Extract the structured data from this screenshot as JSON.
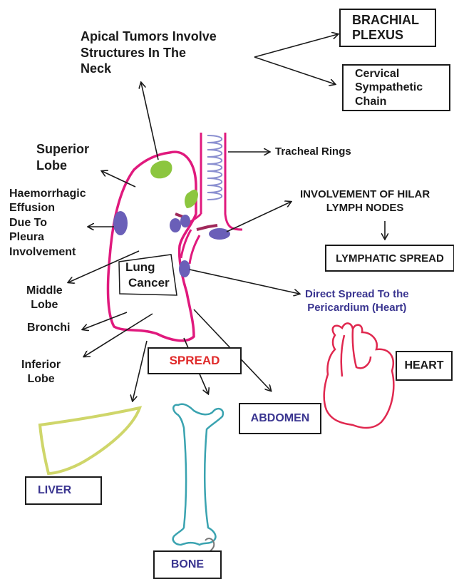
{
  "labels": {
    "apical": [
      "Apical Tumors Involve",
      "Structures In The",
      "Neck"
    ],
    "brachial": [
      "BRACHIAL",
      "PLEXUS"
    ],
    "cervical": [
      "Cervical",
      "Sympathetic",
      "Chain"
    ],
    "tracheal": "Tracheal Rings",
    "superior": [
      "Superior",
      "Lobe"
    ],
    "haemorrhagic": [
      "Haemorrhagic",
      "Effusion",
      "Due To",
      "Pleura",
      "Involvement"
    ],
    "hilar": [
      "INVOLVEMENT OF HILAR",
      "LYMPH NODES"
    ],
    "lymphatic": "LYMPHATIC SPREAD",
    "lung_cancer": [
      "Lung",
      "Cancer"
    ],
    "middle": [
      "Middle",
      "Lobe"
    ],
    "pericardium": [
      "Direct Spread To the",
      "Pericardium (Heart)"
    ],
    "bronchi": "Bronchi",
    "inferior": [
      "Inferior",
      "Lobe"
    ],
    "spread": "SPREAD",
    "heart": "HEART",
    "abdomen": "ABDOMEN",
    "liver": "LIVER",
    "bone": "BONE"
  },
  "colors": {
    "lung_outline": "#e0197d",
    "trachea": "#e0197d",
    "tracheal_rings": "#8a8fd0",
    "lymph_node": "#6a5fb8",
    "tumor_green": "#8cc63f",
    "bronchus": "#a0285a",
    "heart": "#e0284f",
    "liver": "#cfd66a",
    "bone": "#3aa3b0",
    "spread_red": "#e02a2a",
    "blue_text": "#3a3590",
    "arrow": "#1a1a1a"
  },
  "icons": [
    "lung-icon",
    "trachea-icon",
    "heart-icon",
    "liver-icon",
    "bone-icon"
  ]
}
